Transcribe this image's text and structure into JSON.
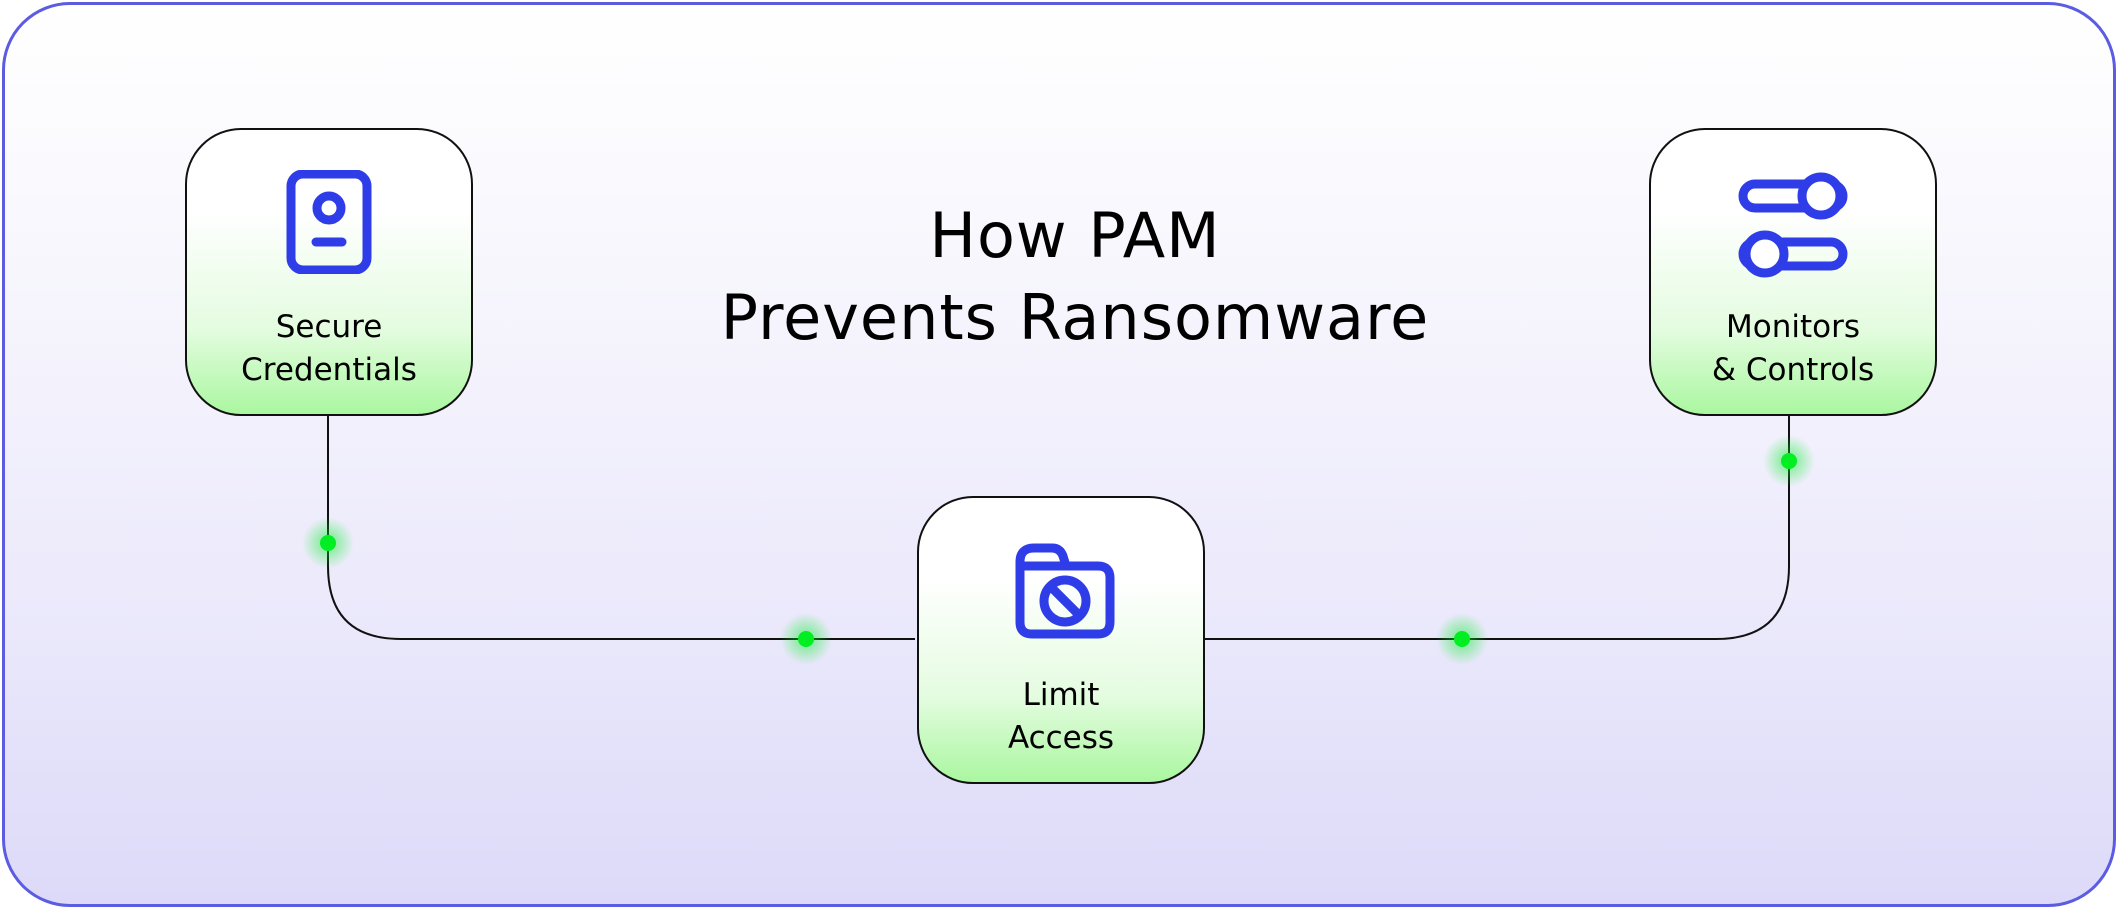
{
  "title": {
    "line1": "How PAM",
    "line2": "Prevents Ransomware"
  },
  "nodes": [
    {
      "line1": "Secure",
      "line2": "Credentials",
      "icon": "badge-icon"
    },
    {
      "line1": "Limit",
      "line2": "Access",
      "icon": "folder-blocked-icon"
    },
    {
      "line1": "Monitors",
      "line2": "& Controls",
      "icon": "toggle-icon"
    }
  ],
  "colors": {
    "frame_border": "#5b5ce2",
    "icon": "#2f3de8",
    "accent_dot": "#00ee22",
    "node_fill_bottom": "#aaf7a0",
    "connector": "#111111"
  }
}
